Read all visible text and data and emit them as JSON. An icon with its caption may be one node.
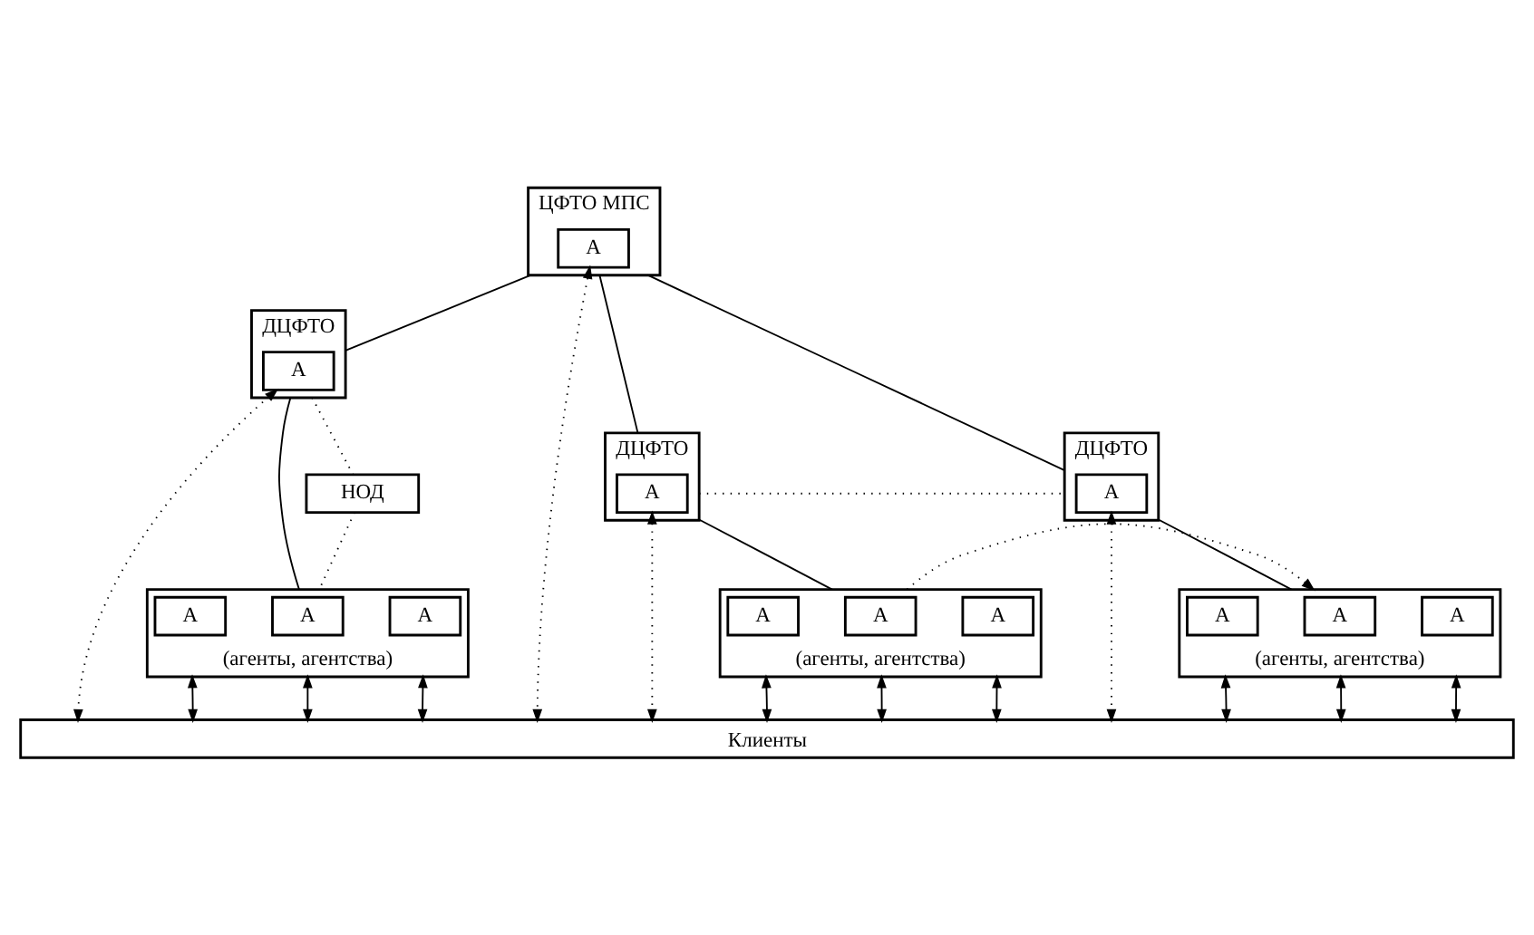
{
  "diagram": {
    "nodes": [
      {
        "text": [
          "ЦФТО МПС"
        ]
      },
      {
        "text": [
          "А"
        ],
        "in": 0
      },
      {
        "text": [
          "ДЦФТО"
        ]
      },
      {
        "text": [
          "А"
        ],
        "in": 2
      },
      {
        "text": [
          "ДЦФТО"
        ]
      },
      {
        "text": [
          "А"
        ],
        "in": 4
      },
      {
        "text": [
          "ДЦФТО"
        ]
      },
      {
        "text": [
          "А"
        ],
        "in": 6
      },
      {
        "text": [
          "НОД"
        ]
      },
      {
        "text": [
          "(агенты, агентства)"
        ]
      },
      {
        "text": [
          "А"
        ],
        "in": 9
      },
      {
        "text": [
          "А"
        ],
        "in": 9
      },
      {
        "text": [
          "А"
        ],
        "in": 9
      },
      {
        "text": [
          "(агенты, агентства)"
        ]
      },
      {
        "text": [
          "А"
        ],
        "in": 13
      },
      {
        "text": [
          "А"
        ],
        "in": 13
      },
      {
        "text": [
          "А"
        ],
        "in": 13
      },
      {
        "text": [
          "(агенты, агентства)"
        ]
      },
      {
        "text": [
          "А"
        ],
        "in": 17
      },
      {
        "text": [
          "А"
        ],
        "in": 17
      },
      {
        "text": [
          "А"
        ],
        "in": 17
      },
      {
        "text": [
          "Клиенты"
        ]
      }
    ],
    "edges": [
      {
        "from": 0,
        "to": 2,
        "arrow": "none"
      },
      {
        "from": 0,
        "to": 4,
        "arrow": "none"
      },
      {
        "from": 0,
        "to": 6,
        "arrow": "none"
      },
      {
        "from": 2,
        "to": 9,
        "arrow": "none"
      },
      {
        "from": 4,
        "to": 13,
        "arrow": "none"
      },
      {
        "from": 6,
        "to": 17,
        "arrow": "none"
      },
      {
        "from": 2,
        "to": 8,
        "arrow": "none",
        "style": "dashed"
      },
      {
        "from": 8,
        "to": 9,
        "arrow": "none",
        "style": "dashed"
      },
      {
        "from": 4,
        "to": 6,
        "arrow": "none",
        "style": "dashed"
      },
      {
        "from": 13,
        "to": 17,
        "arrow": "to",
        "style": "dashed"
      },
      {
        "from": 21,
        "to": 1,
        "arrow": "both",
        "style": "dashed"
      },
      {
        "from": 21,
        "to": 3,
        "arrow": "both",
        "style": "dashed"
      },
      {
        "from": 21,
        "to": 5,
        "arrow": "both",
        "style": "dashed"
      },
      {
        "from": 21,
        "to": 7,
        "arrow": "both",
        "style": "dashed"
      },
      {
        "from": 9,
        "to": 21,
        "arrow": "both"
      },
      {
        "from": 9,
        "to": 21,
        "arrow": "both"
      },
      {
        "from": 9,
        "to": 21,
        "arrow": "both"
      },
      {
        "from": 13,
        "to": 21,
        "arrow": "both"
      },
      {
        "from": 13,
        "to": 21,
        "arrow": "both"
      },
      {
        "from": 13,
        "to": 21,
        "arrow": "both"
      },
      {
        "from": 17,
        "to": 21,
        "arrow": "both"
      },
      {
        "from": 17,
        "to": 21,
        "arrow": "both"
      },
      {
        "from": 17,
        "to": 21,
        "arrow": "both"
      }
    ]
  }
}
